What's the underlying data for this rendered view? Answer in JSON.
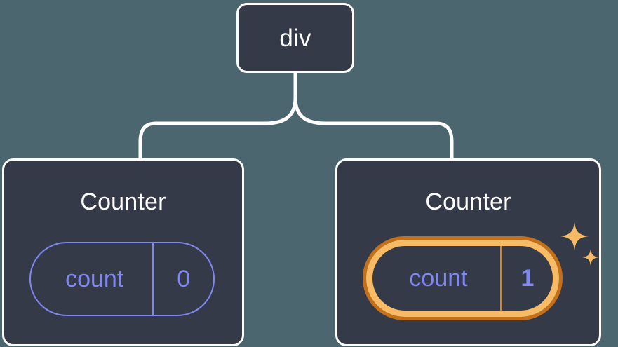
{
  "diagram": {
    "type": "component-tree",
    "background_color": "#4c6670",
    "node_fill_color": "#353a49",
    "node_border_color": "#ffffff",
    "state_color": "#8187f0",
    "highlight_outer_color": "#c2701a",
    "highlight_inner_color": "#f7bb66",
    "connector_color": "#ffffff"
  },
  "root": {
    "label": "div"
  },
  "children": [
    {
      "title": "Counter",
      "state": {
        "key": "count",
        "value": "0"
      },
      "highlighted": false
    },
    {
      "title": "Counter",
      "state": {
        "key": "count",
        "value": "1"
      },
      "highlighted": true,
      "sparkle_count": 2
    }
  ]
}
